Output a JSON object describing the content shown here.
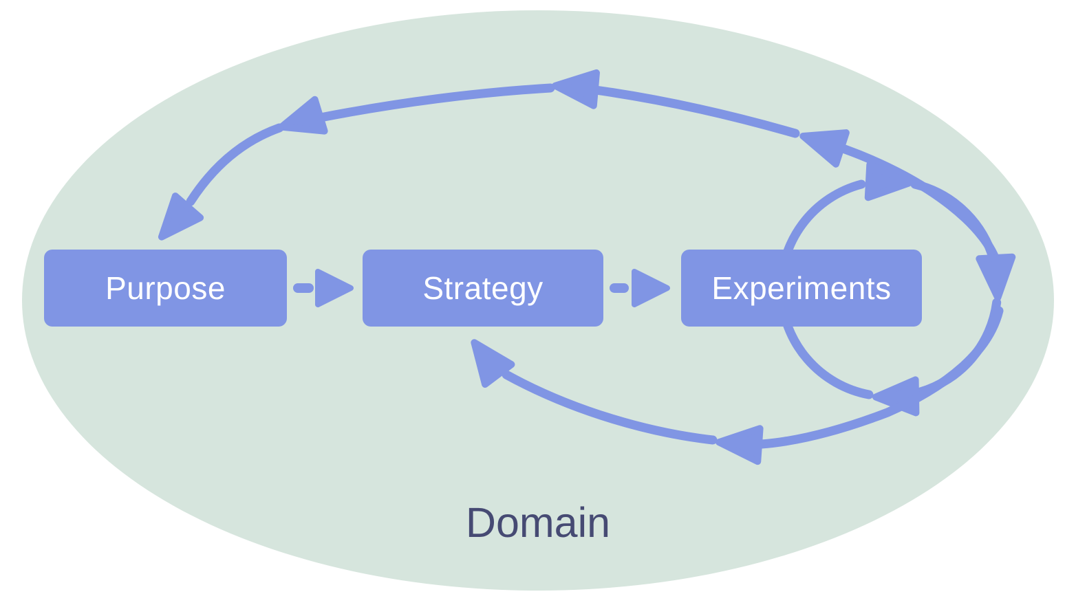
{
  "diagram": {
    "container_label": "Domain",
    "nodes": [
      {
        "id": "purpose",
        "label": "Purpose"
      },
      {
        "id": "strategy",
        "label": "Strategy"
      },
      {
        "id": "experiments",
        "label": "Experiments"
      }
    ],
    "flows": [
      {
        "from": "Purpose",
        "to": "Strategy",
        "style": "dashed-arrow"
      },
      {
        "from": "Strategy",
        "to": "Experiments",
        "style": "dashed-arrow"
      },
      {
        "from": "Experiments",
        "to": "Experiments",
        "style": "clockwise-loop"
      },
      {
        "from": "Experiments",
        "to": "Purpose",
        "style": "curved-arc-over-top"
      },
      {
        "from": "Experiments",
        "to": "Strategy",
        "style": "curved-arc-below"
      }
    ],
    "colors": {
      "node_fill": "#8095E4",
      "node_text": "#FFFFFF",
      "arrow": "#8095E4",
      "domain_fill": "#D6E5DD",
      "domain_label": "#464A73",
      "background": "#FFFFFF"
    }
  }
}
